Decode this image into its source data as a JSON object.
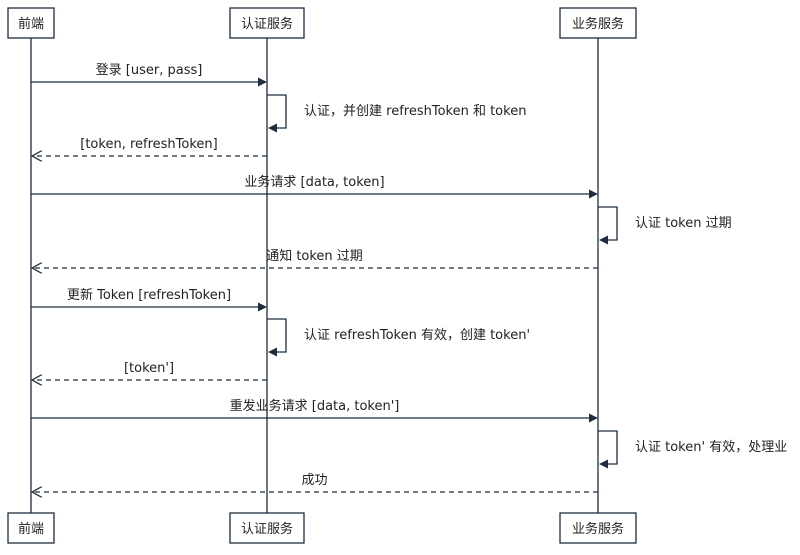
{
  "colors": {
    "line": "#1f2d3d",
    "box_fill": "#ffffff",
    "text": "#222222",
    "background": "#ffffff"
  },
  "participants": [
    {
      "id": "frontend",
      "label": "前端"
    },
    {
      "id": "auth",
      "label": "认证服务"
    },
    {
      "id": "biz",
      "label": "业务服务"
    }
  ],
  "messages": [
    {
      "from": "frontend",
      "to": "auth",
      "style": "solid",
      "label": "登录 [user, pass]"
    },
    {
      "from": "auth",
      "to": "auth",
      "style": "self",
      "label": "认证，并创建 refreshToken 和 token"
    },
    {
      "from": "auth",
      "to": "frontend",
      "style": "dashed",
      "label": "[token, refreshToken]"
    },
    {
      "from": "frontend",
      "to": "biz",
      "style": "solid",
      "label": "业务请求 [data, token]"
    },
    {
      "from": "biz",
      "to": "biz",
      "style": "self",
      "label": "认证 token 过期"
    },
    {
      "from": "biz",
      "to": "frontend",
      "style": "dashed",
      "label": "通知 token 过期"
    },
    {
      "from": "frontend",
      "to": "auth",
      "style": "solid",
      "label": "更新 Token [refreshToken]"
    },
    {
      "from": "auth",
      "to": "auth",
      "style": "self",
      "label": "认证 refreshToken 有效，创建 token'"
    },
    {
      "from": "auth",
      "to": "frontend",
      "style": "dashed",
      "label": "[token']"
    },
    {
      "from": "frontend",
      "to": "biz",
      "style": "solid",
      "label": "重发业务请求 [data, token']"
    },
    {
      "from": "biz",
      "to": "biz",
      "style": "self",
      "label": "认证 token' 有效，处理业"
    },
    {
      "from": "biz",
      "to": "frontend",
      "style": "dashed",
      "label": "成功"
    }
  ]
}
